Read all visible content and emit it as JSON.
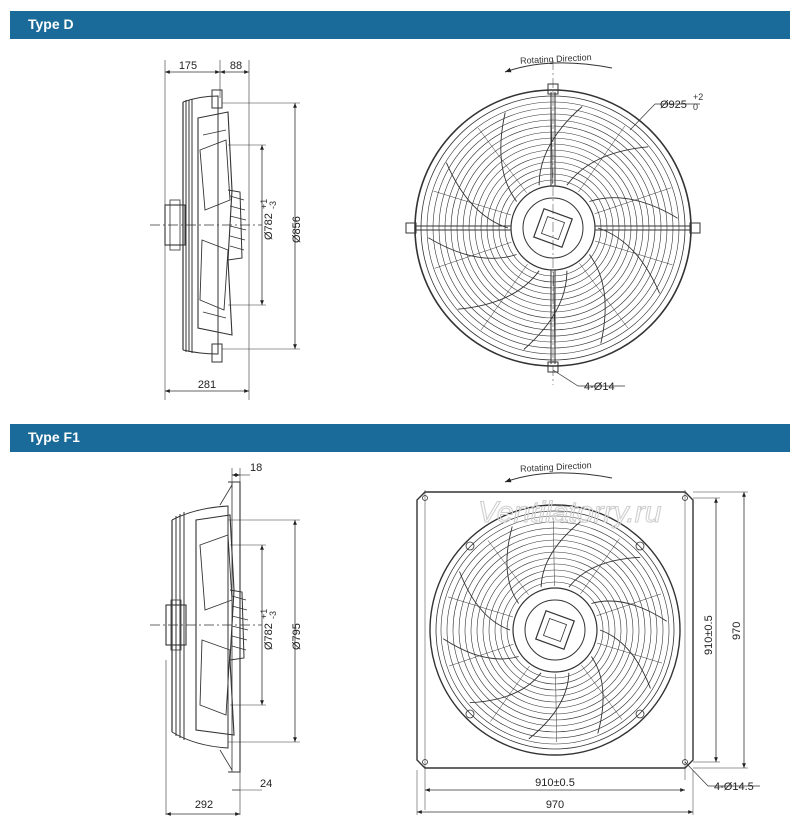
{
  "sections": {
    "type_d": {
      "title": "Type D",
      "dims": {
        "d175": "175",
        "d88": "88",
        "d281": "281",
        "d782_base": "Ø782",
        "d782_sup": "+1",
        "d782_sub": "-3",
        "d856": "Ø856",
        "d925_base": "Ø925",
        "d925_sup": "+2",
        "d925_sub": "0",
        "holes": "4-Ø14"
      },
      "rotating_direction": "Rotating Direction"
    },
    "type_f1": {
      "title": "Type F1",
      "dims": {
        "d18": "18",
        "d24": "24",
        "d292": "292",
        "d782_base": "Ø782",
        "d782_sup": "+1",
        "d782_sub": "-3",
        "d795": "Ø795",
        "d910v": "910±0.5",
        "d970v": "970",
        "d910h": "910±0.5",
        "d970h": "970",
        "holes": "4-Ø14.5"
      },
      "rotating_direction": "Rotating Direction",
      "watermark": "Ventilatorry.ru"
    }
  },
  "colors": {
    "header_band": "#1b6b9a",
    "header_text": "#ffffff",
    "line": "#333333"
  }
}
